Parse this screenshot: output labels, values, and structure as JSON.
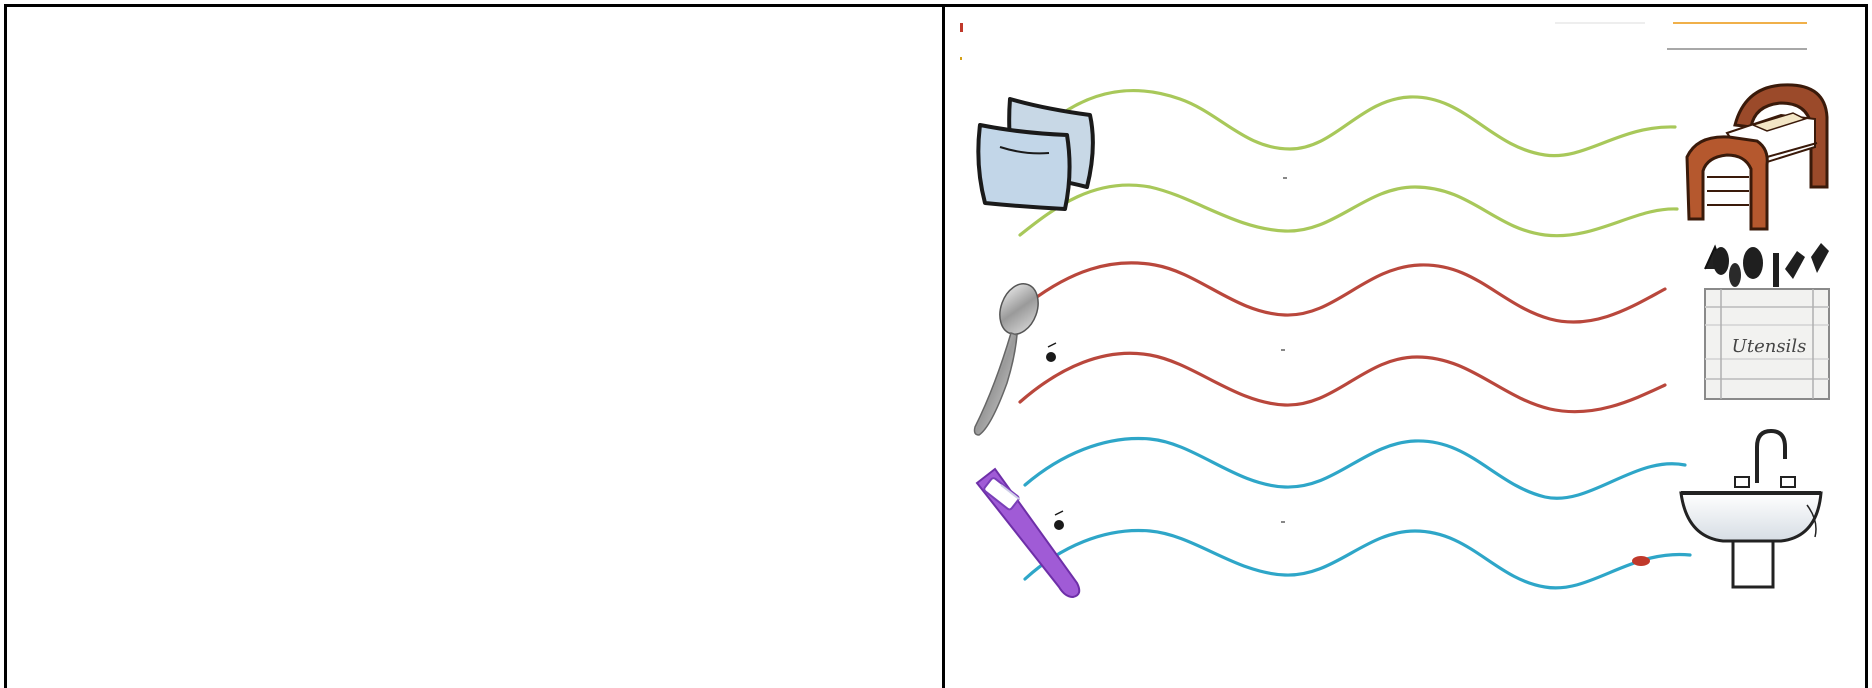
{
  "worksheet": {
    "left_panel": {
      "blank": true
    },
    "right_panel": {
      "rows": [
        {
          "start_picture": "pillows-icon",
          "end_picture": "bed-icon",
          "line_color": "#a8c85a",
          "line_count": 2
        },
        {
          "start_picture": "spoon-icon",
          "end_picture": "utensil-holder-icon",
          "line_color": "#b9473c",
          "line_count": 2
        },
        {
          "start_picture": "toothbrush-icon",
          "end_picture": "sink-icon",
          "line_color": "#2ea6c8",
          "line_count": 2
        }
      ],
      "utensil_holder_text": "Utensils"
    }
  }
}
